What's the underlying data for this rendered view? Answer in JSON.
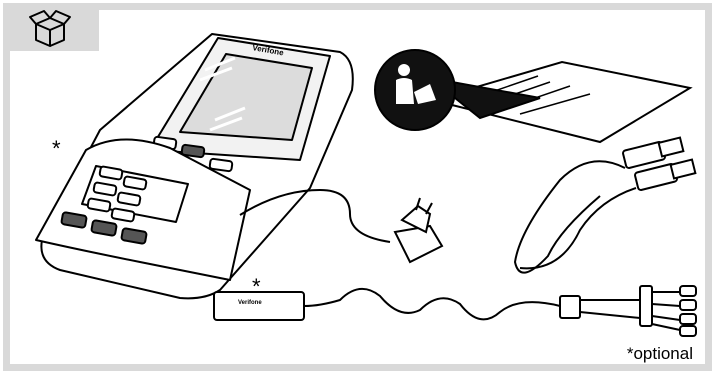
{
  "brand_label": "Verifone",
  "hub_brand_label": "Verifone",
  "optional_marker": "*",
  "optional_note": "*optional",
  "icons": [
    "box-icon",
    "read-manual-icon"
  ]
}
